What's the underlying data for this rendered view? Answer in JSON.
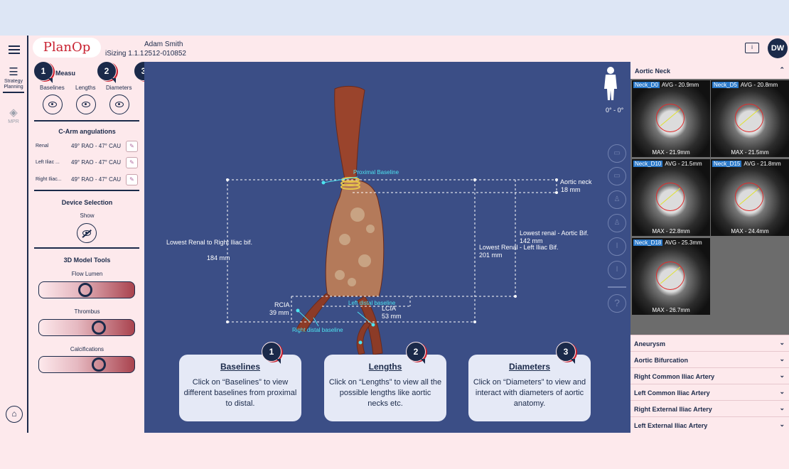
{
  "header": {
    "logo": "PlanOp",
    "version": "iSizing 1.1.1",
    "user_name": "Adam Smith",
    "case_id": "2512-010852",
    "avatar_initials": "DW"
  },
  "rail": {
    "strategy_label": "Strategy Planning",
    "mpr_label": "MPR"
  },
  "measurements": {
    "title": "Measu",
    "baselines": "Baselines",
    "lengths": "Lengths",
    "diameters": "Diameters"
  },
  "carm": {
    "title": "C-Arm angulations",
    "rows": [
      {
        "label": "Renal",
        "value": "49° RAO - 47° CAU"
      },
      {
        "label": "Left Iliac ...",
        "value": "49° RAO - 47° CAU"
      },
      {
        "label": "Right Iliac...",
        "value": "49° RAO - 47° CAU"
      }
    ]
  },
  "device": {
    "title": "Device Selection",
    "show": "Show"
  },
  "tools": {
    "title": "3D Model Tools",
    "flow_lumen": "Flow Lumen",
    "thrombus": "Thrombus",
    "calcifications": "Calcifications",
    "levels": {
      "flow_lumen": 0.5,
      "thrombus": 0.67,
      "calcifications": 0.67
    }
  },
  "badges": [
    "1",
    "2",
    "3"
  ],
  "viewport": {
    "view_angle": "0° - 0°",
    "proximal_baseline": "Proximal Baseline",
    "aortic_neck": "Aortic neck",
    "aortic_neck_val": "18 mm",
    "lowest_renal_right_iliac": "Lowest Renal to Right Iliac bif.",
    "lowest_renal_right_iliac_val": "184 mm",
    "lowest_renal_aortic_bif": "Lowest renal - Aortic Bif.",
    "lowest_renal_aortic_bif_val": "142 mm",
    "lowest_renal_left_iliac": "Lowest Renal - Left Iliac Bif.",
    "lowest_renal_left_iliac_val": "201 mm",
    "rcia": "RCIA",
    "rcia_val": "39 mm",
    "lcia": "LCIA",
    "lcia_val": "53 mm",
    "left_distal": "Left distal baseline",
    "right_distal": "Right distal baseline",
    "help": "?"
  },
  "cards": [
    {
      "title": "Baselines",
      "desc": "Click on “Baselines” to view different baselines from proximal to distal."
    },
    {
      "title": "Lengths",
      "desc": "Click on “Lengths” to view all the possible lengths like aortic necks etc."
    },
    {
      "title": "Diameters",
      "desc": "Click on “Diameters” to view and interact with diameters of aortic anatomy."
    }
  ],
  "right_panel": {
    "aortic_neck_title": "Aortic Neck",
    "tiles": [
      {
        "name": "Neck_D0",
        "avg": "AVG - 20.9mm",
        "max": "MAX - 21.9mm"
      },
      {
        "name": "Neck_D5",
        "avg": "AVG - 20.8mm",
        "max": "MAX - 21.5mm"
      },
      {
        "name": "Neck_D10",
        "avg": "AVG - 21.5mm",
        "max": "MAX - 22.8mm"
      },
      {
        "name": "Neck_D15",
        "avg": "AVG - 21.8mm",
        "max": "MAX - 24.4mm"
      },
      {
        "name": "Neck_D18",
        "avg": "AVG - 25.3mm",
        "max": "MAX - 26.7mm"
      }
    ],
    "sections": [
      "Aneurysm",
      "Aortic Bifurcation",
      "Right Common Iliac Artery",
      "Left Common Iliac Artery",
      "Right External Iliac Artery",
      "Left External Iliac Artery"
    ]
  }
}
